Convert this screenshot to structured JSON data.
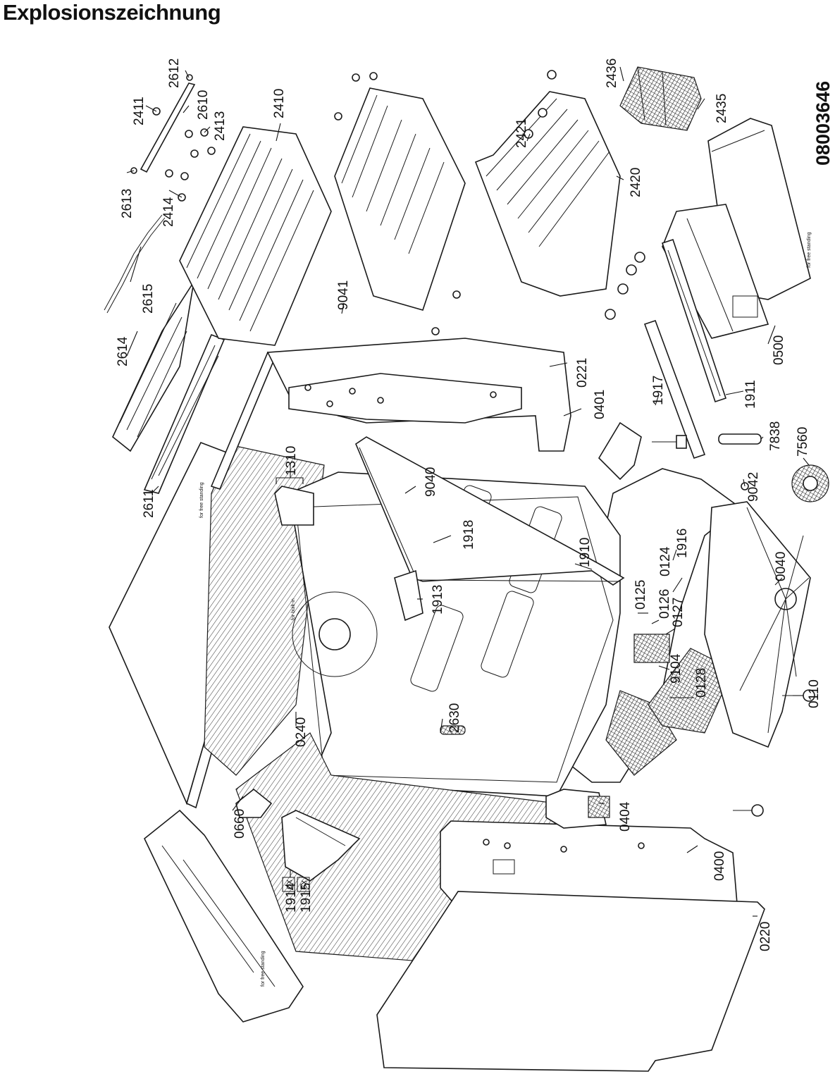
{
  "title": "Explosionszeichnung",
  "document_number": "08003646",
  "notes": {
    "top_panel": "for free standing",
    "insulation": "for built-in",
    "front_panel": "for free standing",
    "rear_panel": "for free standing"
  },
  "part_labels": [
    "2612",
    "2411",
    "2610",
    "2413",
    "2410",
    "2613",
    "2414",
    "2615",
    "2614",
    "2611",
    "2436",
    "2435",
    "2421",
    "2420",
    "9041",
    "0221",
    "0401",
    "1310",
    "9040",
    "1918",
    "1910",
    "1913",
    "1917",
    "1911",
    "0500",
    "7838",
    "7560",
    "9042",
    "0125",
    "0126",
    "0127",
    "0124",
    "1916",
    "0040",
    "9104",
    "0128",
    "0110",
    "2630",
    "0240",
    "0660",
    "0404",
    "0400",
    "1914",
    "1915",
    "0220"
  ],
  "side_tags": {
    "right": "dx",
    "left": "sx"
  }
}
